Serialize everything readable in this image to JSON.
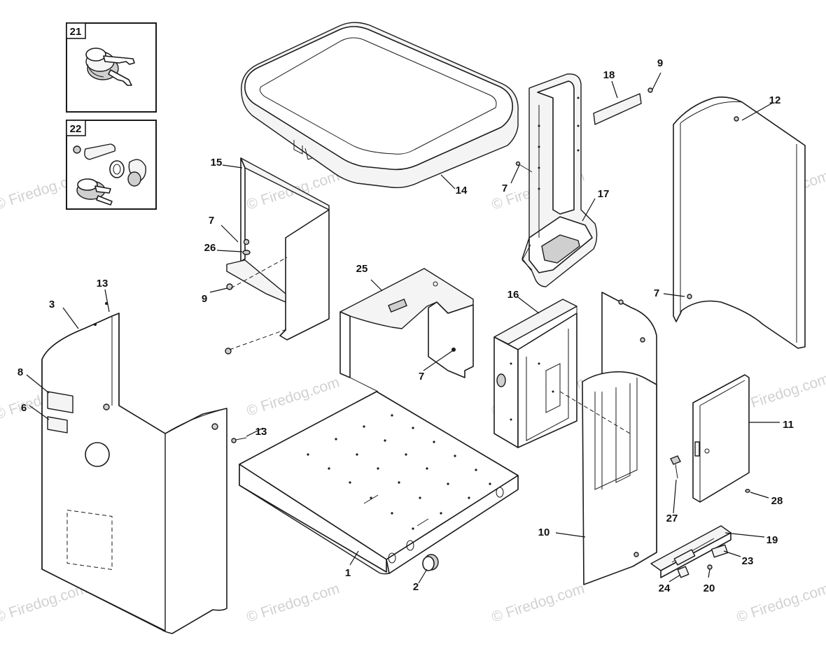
{
  "diagram": {
    "insets": [
      {
        "id": "inset-21",
        "number": "21",
        "content": "key-set"
      },
      {
        "id": "inset-22",
        "number": "22",
        "content": "lock-assembly"
      }
    ],
    "callouts": [
      {
        "id": "c1",
        "label": "1"
      },
      {
        "id": "c2",
        "label": "2"
      },
      {
        "id": "c3",
        "label": "3"
      },
      {
        "id": "c6",
        "label": "6"
      },
      {
        "id": "c7a",
        "label": "7"
      },
      {
        "id": "c7b",
        "label": "7"
      },
      {
        "id": "c7c",
        "label": "7"
      },
      {
        "id": "c7d",
        "label": "7"
      },
      {
        "id": "c8",
        "label": "8"
      },
      {
        "id": "c9a",
        "label": "9"
      },
      {
        "id": "c9b",
        "label": "9"
      },
      {
        "id": "c10",
        "label": "10"
      },
      {
        "id": "c11",
        "label": "11"
      },
      {
        "id": "c12",
        "label": "12"
      },
      {
        "id": "c13a",
        "label": "13"
      },
      {
        "id": "c13b",
        "label": "13"
      },
      {
        "id": "c14",
        "label": "14"
      },
      {
        "id": "c15",
        "label": "15"
      },
      {
        "id": "c16",
        "label": "16"
      },
      {
        "id": "c17",
        "label": "17"
      },
      {
        "id": "c18",
        "label": "18"
      },
      {
        "id": "c19",
        "label": "19"
      },
      {
        "id": "c20",
        "label": "20"
      },
      {
        "id": "c23",
        "label": "23"
      },
      {
        "id": "c24",
        "label": "24"
      },
      {
        "id": "c25",
        "label": "25"
      },
      {
        "id": "c26",
        "label": "26"
      },
      {
        "id": "c27",
        "label": "27"
      },
      {
        "id": "c28",
        "label": "28"
      }
    ],
    "watermark": "© Firedog.com",
    "colors": {
      "line": "#1a1a1a",
      "watermark": "#c9c9c9",
      "background": "#ffffff"
    }
  }
}
